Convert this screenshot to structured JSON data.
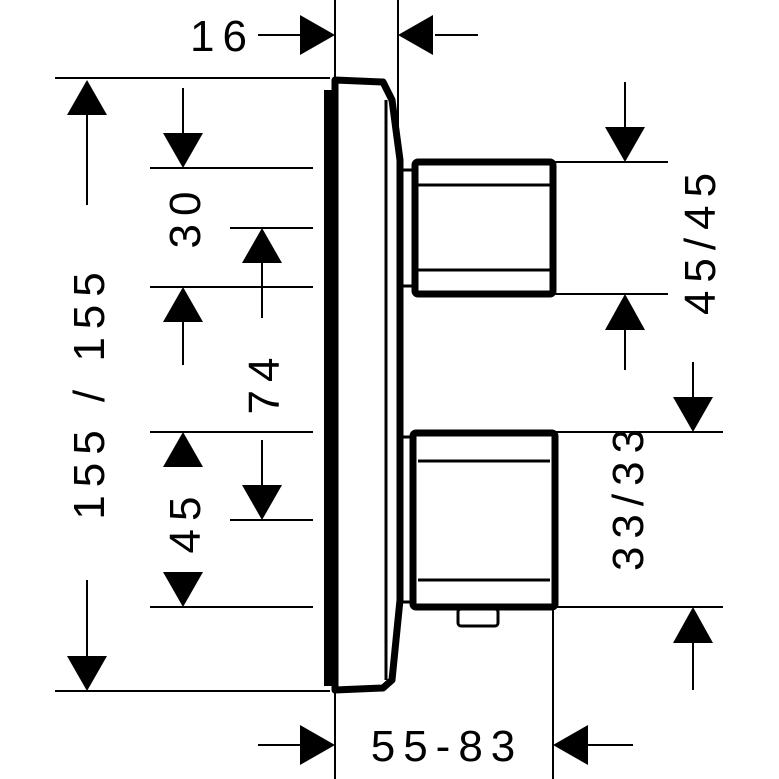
{
  "drawing": {
    "line_color": "#000000",
    "background": "#ffffff",
    "dimensions": {
      "wall_depth": "16",
      "total_height": "155  /  155",
      "top_to_upper_knob": "30",
      "knob_spacing": "74",
      "lower_knob_to_bottom": "45",
      "upper_knob_height": "45/45",
      "lower_knob_height": "33/33",
      "projection": "55-83"
    }
  }
}
